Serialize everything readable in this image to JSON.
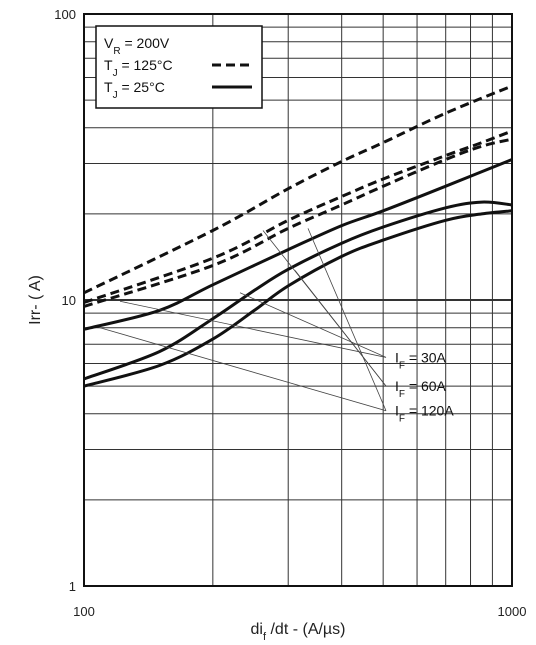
{
  "chart_data": {
    "type": "line",
    "xlabel": "di",
    "xlabel_sub": "f",
    "xlabel_rest": " /dt - (A/µs)",
    "ylabel": "Irr- ( A)",
    "xscale": "log",
    "yscale": "log",
    "xlim": [
      100,
      1000
    ],
    "ylim": [
      1,
      100
    ],
    "grid": true,
    "x_tick_labels": [
      {
        "value": 100,
        "label": "100"
      },
      {
        "value": 1000,
        "label": "1000"
      }
    ],
    "y_tick_labels": [
      {
        "value": 1,
        "label": "1"
      },
      {
        "value": 10,
        "label": "10"
      },
      {
        "value": 100,
        "label": "100"
      }
    ],
    "legend": {
      "placement": "top-left",
      "entries": [
        {
          "main": "V",
          "sub": "R",
          "rest": " = 200V",
          "style": "none"
        },
        {
          "main": "T",
          "sub": "J",
          "rest": " = 125°C",
          "style": "dashed"
        },
        {
          "main": "T",
          "sub": "J",
          "rest": " = 25°C",
          "style": "solid"
        }
      ]
    },
    "annotations": [
      {
        "main": "I",
        "sub": "F",
        "rest": " = 30A",
        "y": 6.3
      },
      {
        "main": "I",
        "sub": "F",
        "rest": " = 60A",
        "y": 5.0
      },
      {
        "main": "I",
        "sub": "F",
        "rest": " = 120A",
        "y": 4.1
      }
    ],
    "series": [
      {
        "temp": "125°C",
        "IF": "120A",
        "style": "dashed",
        "x": [
          100,
          200,
          300,
          400,
          500,
          700,
          1000
        ],
        "y": [
          10.6,
          17.5,
          24.5,
          30.5,
          35.5,
          45.0,
          56.0
        ]
      },
      {
        "temp": "125°C",
        "IF": "60A",
        "style": "dashed",
        "x": [
          100,
          200,
          300,
          400,
          500,
          700,
          850,
          1000
        ],
        "y": [
          9.8,
          14.0,
          19.0,
          23.0,
          26.5,
          32.0,
          35.5,
          39.0
        ]
      },
      {
        "temp": "125°C",
        "IF": "30A",
        "style": "dashed",
        "x": [
          100,
          200,
          300,
          400,
          500,
          700,
          850,
          1000
        ],
        "y": [
          9.5,
          13.2,
          17.8,
          21.5,
          25.0,
          31.0,
          34.5,
          36.5
        ]
      },
      {
        "temp": "25°C",
        "IF": "120A",
        "style": "solid",
        "x": [
          100,
          150,
          200,
          300,
          400,
          500,
          700,
          1000
        ],
        "y": [
          7.9,
          9.2,
          11.3,
          15.0,
          18.2,
          20.5,
          25.0,
          31.0
        ]
      },
      {
        "temp": "25°C",
        "IF": "60A",
        "style": "solid",
        "x": [
          100,
          150,
          200,
          250,
          300,
          400,
          500,
          700,
          850,
          1000
        ],
        "y": [
          5.3,
          6.6,
          8.6,
          10.8,
          12.8,
          15.8,
          18.0,
          21.0,
          22.0,
          21.5
        ]
      },
      {
        "temp": "25°C",
        "IF": "30A",
        "style": "solid",
        "x": [
          100,
          150,
          200,
          250,
          300,
          400,
          500,
          700,
          850,
          1000
        ],
        "y": [
          5.0,
          5.9,
          7.3,
          9.2,
          11.2,
          14.2,
          16.2,
          19.0,
          20.0,
          20.5
        ]
      }
    ]
  }
}
